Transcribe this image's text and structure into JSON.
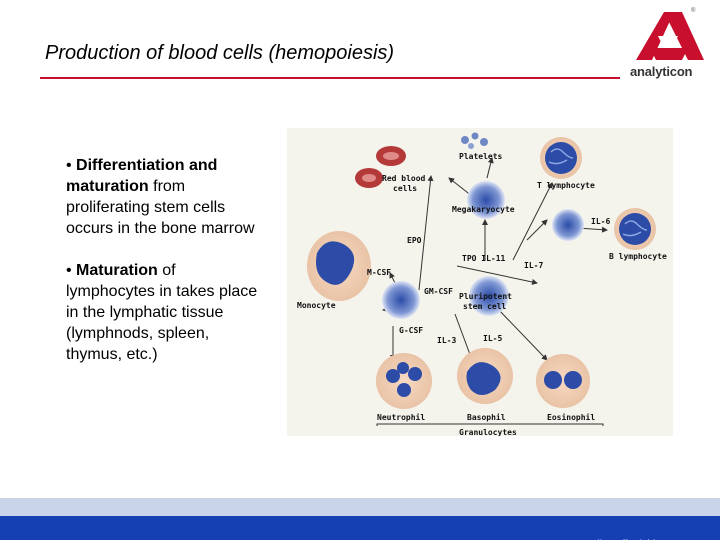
{
  "slide": {
    "title": "Production of blood cells (hemopoiesis)",
    "bullets": [
      {
        "bold": "Differentiation and maturation",
        "rest": " from proliferating stem cells occurs in the bone marrow"
      },
      {
        "bold": "Maturation",
        "rest": " of lymphocytes in takes place in the lymphatic tissue (lymphnods, spleen, thymus, etc.)"
      }
    ]
  },
  "logo": {
    "name": "analyticon",
    "reg": "®",
    "color": "#c8102e"
  },
  "diagram": {
    "labels": {
      "platelets": "Platelets",
      "red_blood_cells_1": "Red blood",
      "red_blood_cells_2": "cells",
      "t_lymphocyte": "T lymphocyte",
      "megakaryocyte": "Megakaryocyte",
      "il6": "IL-6",
      "epo": "EPO",
      "b_lymphocyte": "B lymphocyte",
      "tpo_il11": "TPO IL-11",
      "il7": "IL-7",
      "mcsf": "M-CSF",
      "monocyte": "Monocyte",
      "gmcsf": "GM-CSF",
      "pluripotent_1": "Pluripotent",
      "pluripotent_2": "stem cell",
      "gcsf": "G-CSF",
      "il3": "IL-3",
      "il5": "IL-5",
      "neutrophil": "Neutrophil",
      "basophil": "Basophil",
      "eosinophil": "Eosinophil",
      "granulocytes": "Granulocytes"
    }
  },
  "footer": {
    "tagline": "agile - affordable - accurate"
  }
}
